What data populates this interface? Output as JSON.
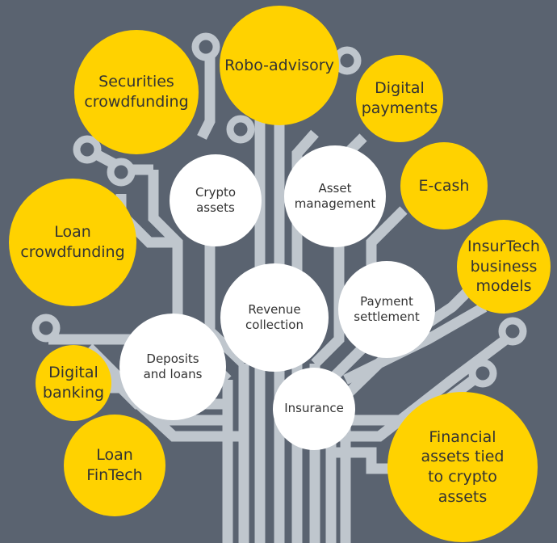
{
  "colors": {
    "background": "#5a6370",
    "trace": "#bfc6cd",
    "yellow_node": "#ffd200",
    "white_node": "#ffffff",
    "text": "#333333"
  },
  "yellow_nodes": [
    {
      "id": "securities-crowdfunding",
      "text": "Securities\ncrowdfunding"
    },
    {
      "id": "robo-advisory",
      "text": "Robo-advisory"
    },
    {
      "id": "digital-payments",
      "text": "Digital\npayments"
    },
    {
      "id": "e-cash",
      "text": "E-cash"
    },
    {
      "id": "insurtech-business-models",
      "text": "InsurTech\nbusiness\nmodels"
    },
    {
      "id": "loan-crowdfunding",
      "text": "Loan\ncrowdfunding"
    },
    {
      "id": "digital-banking",
      "text": "Digital\nbanking"
    },
    {
      "id": "loan-fintech",
      "text": "Loan\nFinTech"
    },
    {
      "id": "financial-assets-crypto",
      "text": "Financial\nassets tied\nto crypto\nassets"
    }
  ],
  "white_nodes": [
    {
      "id": "crypto-assets",
      "text": "Crypto\nassets"
    },
    {
      "id": "asset-management",
      "text": "Asset\nmanagement"
    },
    {
      "id": "revenue-collection",
      "text": "Revenue\ncollection"
    },
    {
      "id": "payment-settlement",
      "text": "Payment\nsettlement"
    },
    {
      "id": "deposits-and-loans",
      "text": "Deposits\nand loans"
    },
    {
      "id": "insurance",
      "text": "Insurance"
    }
  ]
}
